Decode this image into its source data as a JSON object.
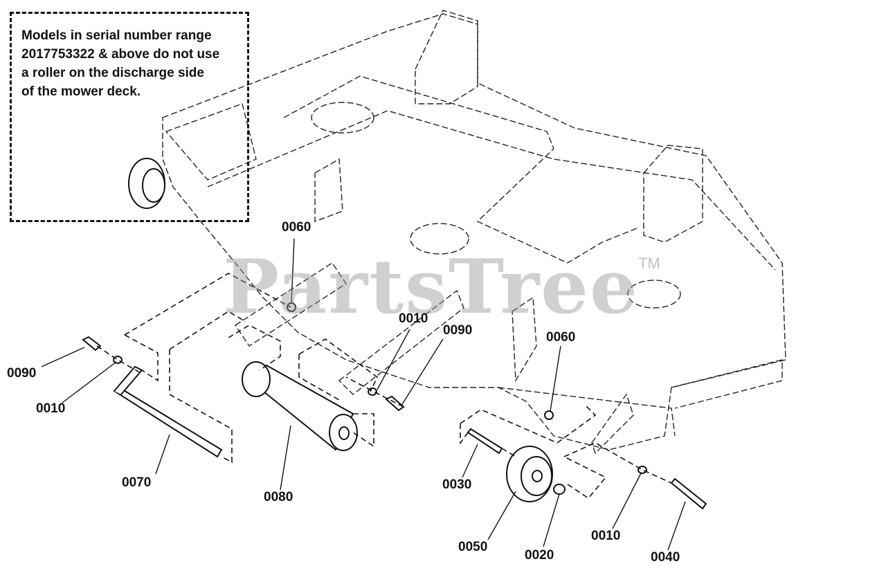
{
  "note": {
    "lines": [
      "Models in serial number range",
      "2017753322 & above do not use",
      "a roller on the discharge side",
      "of the mower deck."
    ]
  },
  "watermark": {
    "text": "PartsTree",
    "trademark": "TM"
  },
  "callouts": {
    "c0060a": "0060",
    "c0010a": "0010",
    "c0090a": "0090",
    "c0060b": "0060",
    "c0090b": "0090",
    "c0010b": "0010",
    "c0070": "0070",
    "c0080": "0080",
    "c0030": "0030",
    "c0050": "0050",
    "c0020": "0020",
    "c0010c": "0010",
    "c0040": "0040"
  }
}
